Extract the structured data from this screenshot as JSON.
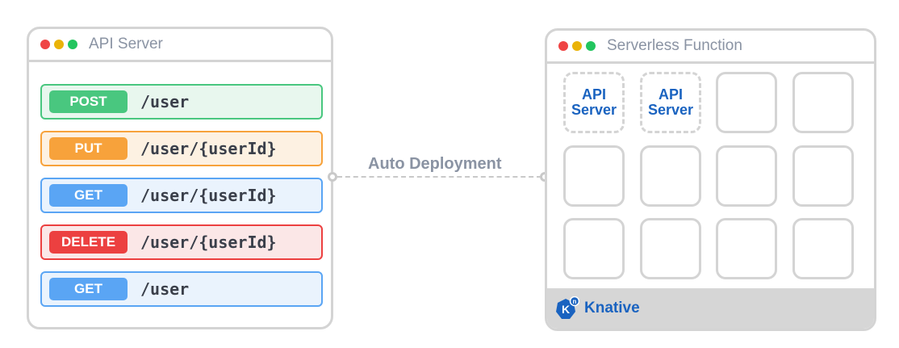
{
  "api_server": {
    "title": "API Server",
    "endpoints": [
      {
        "method": "POST",
        "path": "/user"
      },
      {
        "method": "PUT",
        "path": "/user/{userId}"
      },
      {
        "method": "GET",
        "path": "/user/{userId}"
      },
      {
        "method": "DELETE",
        "path": "/user/{userId}"
      },
      {
        "method": "GET",
        "path": "/user"
      }
    ]
  },
  "connector": {
    "label": "Auto Deployment"
  },
  "serverless": {
    "title": "Serverless Function",
    "instances": [
      {
        "line1": "API",
        "line2": "Server"
      },
      {
        "line1": "API",
        "line2": "Server"
      }
    ],
    "footer_label": "Knative",
    "logo_letter": "K",
    "logo_superscript": "n"
  },
  "colors": {
    "window_dot_red": "#ef4444",
    "window_dot_yellow": "#eab308",
    "window_dot_green": "#22c55e",
    "post": "#49c77f",
    "post_bg": "#e8f7ee",
    "put": "#f7a23b",
    "put_bg": "#fdf1e2",
    "get": "#5aa5f4",
    "get_bg": "#eaf3fd",
    "delete": "#ec4040",
    "delete_bg": "#fbe7e7",
    "knative_blue": "#1a63c0"
  }
}
